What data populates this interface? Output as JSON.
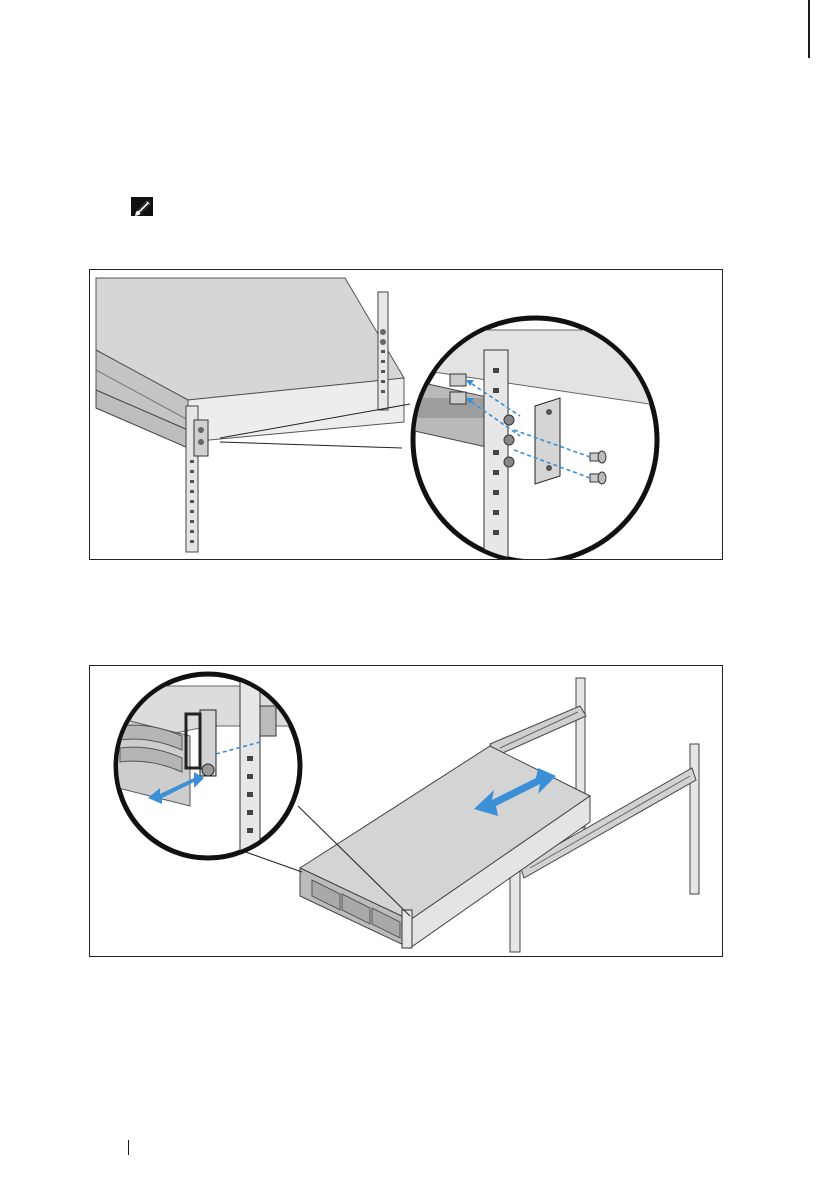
{
  "page": {
    "note_icon": "pencil-note-icon",
    "figures": [
      {
        "id": "figure-1",
        "subject": "rack-rail-bracket-screws"
      },
      {
        "id": "figure-2",
        "subject": "system-slide-into-rack"
      }
    ]
  },
  "colors": {
    "arrow_blue": "#3a8fd6",
    "line": "#1a1a1a",
    "chassis_top": "#d9d9d9",
    "chassis_side": "#eeeeee",
    "rail": "#cfcfcf"
  }
}
